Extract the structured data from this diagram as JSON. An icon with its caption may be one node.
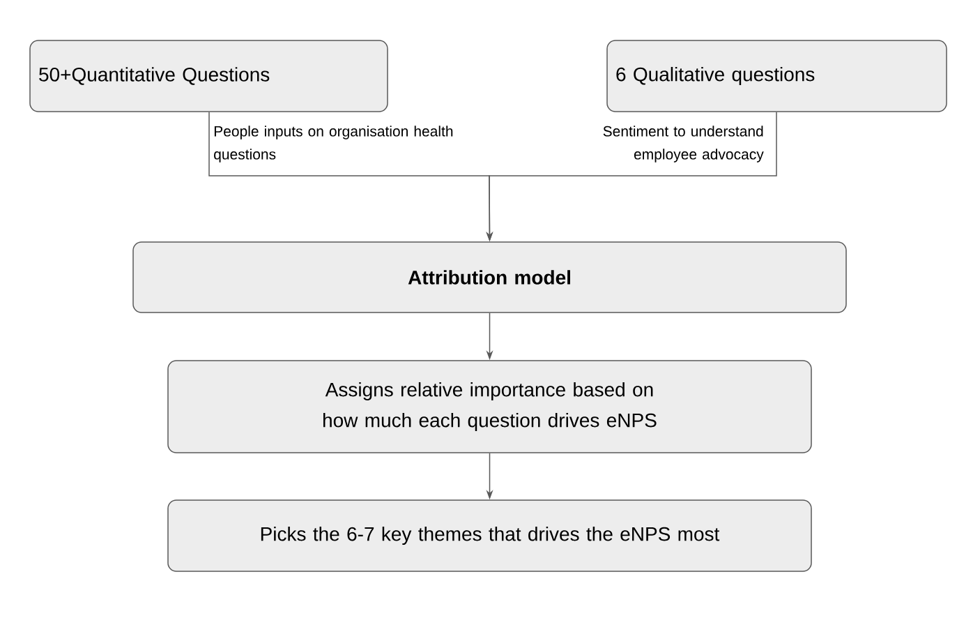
{
  "diagram": {
    "nodes": [
      {
        "text": [
          "50+Quantitative Questions"
        ]
      },
      {
        "text": [
          "6 Qualitative questions"
        ]
      },
      {
        "text": [
          "Attribution model"
        ]
      },
      {
        "text": [
          "Assigns relative importance based on how much each question drives eNPS"
        ]
      },
      {
        "text": [
          "Picks the 6-7 key themes that drives the eNPS most"
        ]
      }
    ],
    "edges": [
      {
        "from": 0,
        "to": 2,
        "arrow": "to",
        "label": "People inputs on organisation health questions"
      },
      {
        "from": 1,
        "to": 2,
        "arrow": "to",
        "label": "Sentiment to understand employee advocacy"
      },
      {
        "from": 2,
        "to": 3,
        "arrow": "to"
      },
      {
        "from": 3,
        "to": 4,
        "arrow": "to"
      }
    ]
  }
}
